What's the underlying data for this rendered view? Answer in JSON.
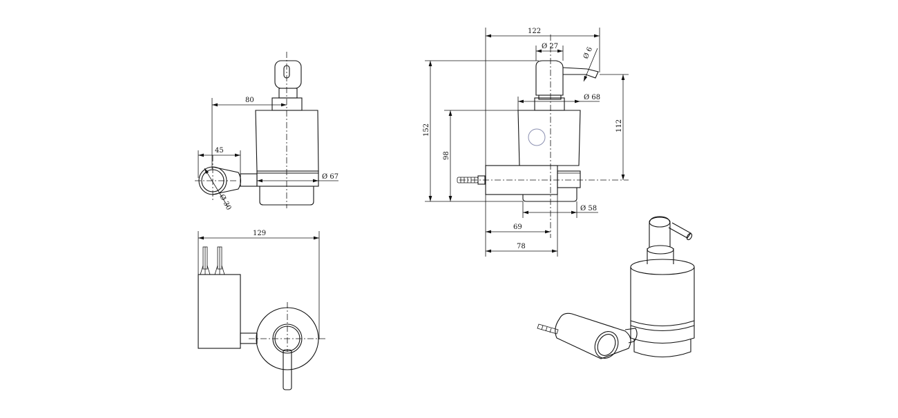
{
  "drawing": {
    "title": "Soap dispenser technical drawing",
    "front_view": {
      "dim_arm_offset": "80",
      "dim_ring_width": "45",
      "dim_cup_diameter": "Ø 67",
      "dim_ring_diameter": "Ø 30"
    },
    "top_view": {
      "dim_total_depth": "129"
    },
    "side_view": {
      "dim_total_projection": "122",
      "dim_pump_diameter": "Ø 27",
      "dim_spout_diameter": "Ø 6",
      "dim_bottle_diameter": "Ø 68",
      "dim_total_height": "152",
      "dim_body_height": "98",
      "dim_spout_height": "112",
      "dim_base_diameter": "Ø 58",
      "dim_center_offset": "69",
      "dim_mount_depth": "78"
    },
    "accent_color": "#8a8fb0"
  }
}
